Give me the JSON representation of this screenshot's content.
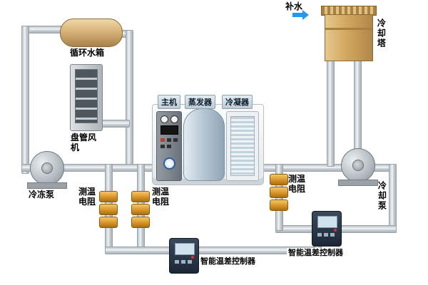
{
  "diagram": {
    "makeup_water": {
      "label": "补水"
    },
    "cooling_tower": {
      "label": "冷却塔"
    },
    "circulation_tank": {
      "label": "循环水箱"
    },
    "coil_fan_unit": {
      "label": "盘管风机"
    },
    "chiller": {
      "main_unit_label": "主机",
      "evaporator_label": "蒸发器",
      "condenser_label": "冷凝器"
    },
    "chilled_pump": {
      "label": "冷冻泵"
    },
    "cooling_pump": {
      "label": "冷却泵"
    },
    "temp_sensors": {
      "label": "测温电阻"
    },
    "controllers": {
      "label": "智能温差控制器"
    },
    "colors": {
      "tank_tan": "#d7b277",
      "tower_tan": "#cfa45c",
      "sensor_orange": "#d89428",
      "controller_navy": "#22303f",
      "pipe_gray": "#dfe4e8",
      "arrow_blue": "#2299ee"
    }
  }
}
